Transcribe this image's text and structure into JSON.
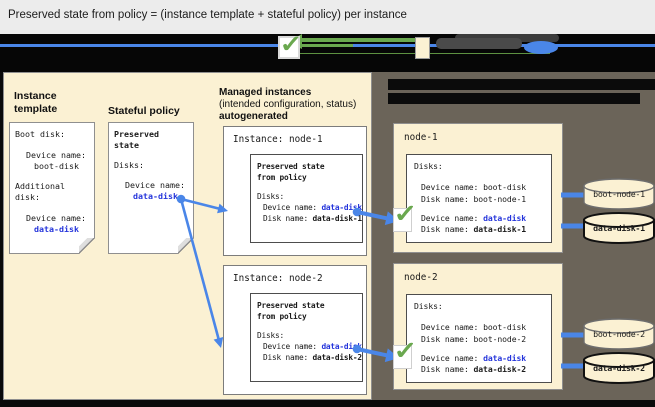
{
  "title": "Preserved state from policy = (instance template + stateful policy) per instance",
  "icons": {
    "check": "✓"
  },
  "colors": {
    "accent_blue": "#4a86e8",
    "link_blue": "#2434db",
    "check_green": "#6aa84f",
    "cream": "#fbf1d3",
    "panel_dark": "#6b6459"
  },
  "left": {
    "instance_template": {
      "heading": "Instance\ntemplate",
      "boot_disk_label": "Boot disk:",
      "device_name_label": "Device name:",
      "boot_disk_value": "boot-disk",
      "additional_disk_label": "Additional\ndisk:",
      "device_name_label2": "Device name:",
      "data_disk_value": "data-disk"
    },
    "stateful_policy": {
      "heading": "Stateful policy",
      "doc_title": "Preserved\nstate",
      "disks_label": "Disks:",
      "device_name_label": "Device name:",
      "data_disk_value": "data-disk"
    },
    "managed": {
      "heading": "Managed instances",
      "subheading": "(intended configuration, status)",
      "subheading2": "autogenerated",
      "instances": [
        {
          "title": "Instance: node-1",
          "box_title": "Preserved state\nfrom policy",
          "disks_label": "Disks:",
          "device_label": "Device name:",
          "device_value": "data-disk",
          "disk_label": "Disk name:",
          "disk_value": "data-disk-1"
        },
        {
          "title": "Instance: node-2",
          "box_title": "Preserved state\nfrom policy",
          "disks_label": "Disks:",
          "device_label": "Device name:",
          "device_value": "data-disk",
          "disk_label": "Disk name:",
          "disk_value": "data-disk-2"
        }
      ]
    }
  },
  "right": {
    "nodes": [
      {
        "name": "node-1",
        "disks_label": "Disks:",
        "boot_device_label": "Device name:",
        "boot_device_value": "boot-disk",
        "boot_disk_label": "Disk name:",
        "boot_disk_value": "boot-node-1",
        "data_device_label": "Device name:",
        "data_device_value": "data-disk",
        "data_disk_label": "Disk name:",
        "data_disk_value": "data-disk-1",
        "cylinders": [
          {
            "label": "boot-node-1"
          },
          {
            "label": "data-disk-1"
          }
        ]
      },
      {
        "name": "node-2",
        "disks_label": "Disks:",
        "boot_device_label": "Device name:",
        "boot_device_value": "boot-disk",
        "boot_disk_label": "Disk name:",
        "boot_disk_value": "boot-node-2",
        "data_device_label": "Device name:",
        "data_device_value": "data-disk",
        "data_disk_label": "Disk name:",
        "data_disk_value": "data-disk-2",
        "cylinders": [
          {
            "label": "boot-node-2"
          },
          {
            "label": "data-disk-2"
          }
        ]
      }
    ]
  }
}
